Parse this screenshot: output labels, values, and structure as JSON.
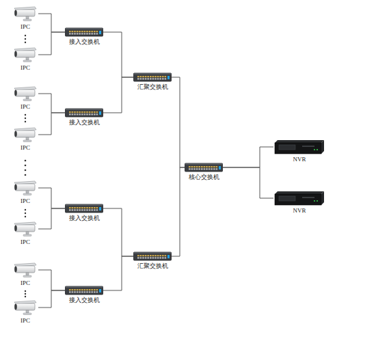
{
  "diagram": {
    "nodes": [
      {
        "text": [
          "IPC"
        ]
      },
      {
        "text": [
          "IPC"
        ]
      },
      {
        "text": [
          "IPC"
        ]
      },
      {
        "text": [
          "IPC"
        ]
      },
      {
        "text": [
          "IPC"
        ]
      },
      {
        "text": [
          "IPC"
        ]
      },
      {
        "text": [
          "IPC"
        ]
      },
      {
        "text": [
          "IPC"
        ]
      },
      {
        "text": [
          "接入交换机"
        ]
      },
      {
        "text": [
          "接入交换机"
        ]
      },
      {
        "text": [
          "接入交换机"
        ]
      },
      {
        "text": [
          "接入交换机"
        ]
      },
      {
        "text": [
          "汇聚交换机"
        ]
      },
      {
        "text": [
          "汇聚交换机"
        ]
      },
      {
        "text": [
          "核心交换机"
        ]
      },
      {
        "text": [
          "NVR"
        ]
      },
      {
        "text": [
          "NVR"
        ]
      }
    ],
    "edges": [
      {
        "from": 0,
        "to": 8,
        "arrow": "none"
      },
      {
        "from": 1,
        "to": 8,
        "arrow": "none"
      },
      {
        "from": 2,
        "to": 9,
        "arrow": "none"
      },
      {
        "from": 3,
        "to": 9,
        "arrow": "none"
      },
      {
        "from": 4,
        "to": 10,
        "arrow": "none"
      },
      {
        "from": 5,
        "to": 10,
        "arrow": "none"
      },
      {
        "from": 6,
        "to": 11,
        "arrow": "none"
      },
      {
        "from": 7,
        "to": 11,
        "arrow": "none"
      },
      {
        "from": 8,
        "to": 12,
        "arrow": "none"
      },
      {
        "from": 9,
        "to": 12,
        "arrow": "none"
      },
      {
        "from": 10,
        "to": 13,
        "arrow": "none"
      },
      {
        "from": 11,
        "to": 13,
        "arrow": "none"
      },
      {
        "from": 12,
        "to": 14,
        "arrow": "none"
      },
      {
        "from": 13,
        "to": 14,
        "arrow": "none"
      },
      {
        "from": 14,
        "to": 15,
        "arrow": "none"
      },
      {
        "from": 14,
        "to": 16,
        "arrow": "none"
      }
    ]
  }
}
